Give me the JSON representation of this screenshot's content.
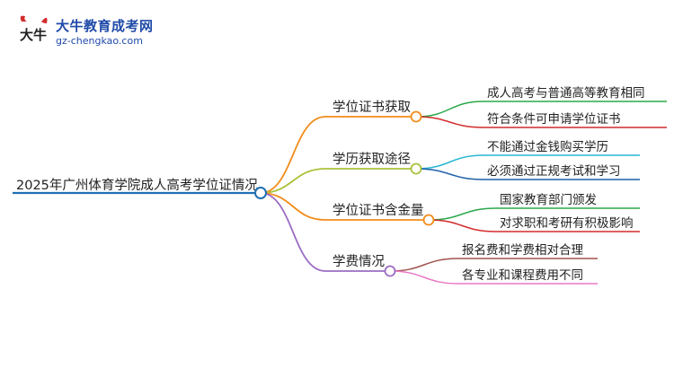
{
  "logo": {
    "name": "大牛教育成考网",
    "url": "gz-chengkao.com",
    "glyph": "大牛"
  },
  "mindmap": {
    "root": {
      "label": "2025年广州体育学院成人高考学位证情况",
      "color": "#1f6fb2"
    },
    "branches": [
      {
        "label": "学位证书获取",
        "color": "#f28c1a",
        "children": [
          {
            "label": "成人高考与普通高等教育相同",
            "color": "#2aa84a"
          },
          {
            "label": "符合条件可申请学位证书",
            "color": "#d22c2c"
          }
        ]
      },
      {
        "label": "学历获取途径",
        "color": "#a8c23a",
        "children": [
          {
            "label": "不能通过金钱购买学历",
            "color": "#29b7d3"
          },
          {
            "label": "必须通过正规考试和学习",
            "color": "#1f5fa8"
          }
        ]
      },
      {
        "label": "学位证书含金量",
        "color": "#f28c1a",
        "children": [
          {
            "label": "国家教育部门颁发",
            "color": "#2aa84a"
          },
          {
            "label": "对求职和考研有积极影响",
            "color": "#d22c2c"
          }
        ]
      },
      {
        "label": "学费情况",
        "color": "#9b6cc4",
        "children": [
          {
            "label": "报名费和学费相对合理",
            "color": "#a0524d"
          },
          {
            "label": "各专业和课程费用不同",
            "color": "#e879c5"
          }
        ]
      }
    ]
  }
}
